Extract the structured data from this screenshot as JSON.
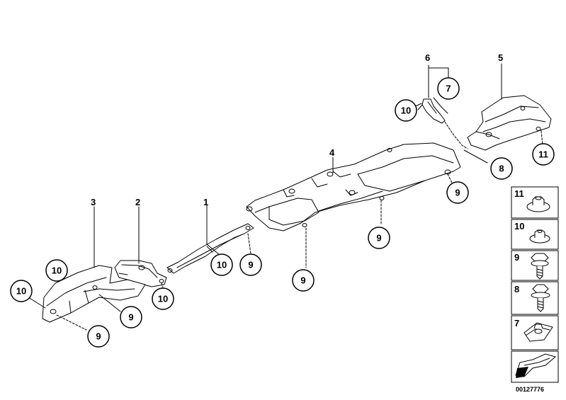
{
  "part_labels": [
    "1",
    "2",
    "3",
    "4",
    "5",
    "6"
  ],
  "callouts": {
    "c7": "7",
    "c10_top": "10",
    "c8": "8",
    "c11_right": "11",
    "c9_right_top": "9",
    "c9_mid": "9",
    "c10_mid1": "10",
    "c9_mid2": "9",
    "c9_bottom_center": "9",
    "c10_left_top": "10",
    "c10_left": "10",
    "c9_left1": "9",
    "c9_left2": "9",
    "c10_left_bottom": "10"
  },
  "legend": [
    {
      "label": "11",
      "icon": "flange-nut-icon"
    },
    {
      "label": "10",
      "icon": "nut-icon"
    },
    {
      "label": "9",
      "icon": "hex-screw-icon"
    },
    {
      "label": "8",
      "icon": "hex-screw-washer-icon"
    },
    {
      "label": "7",
      "icon": "clip-nut-icon"
    },
    {
      "label": "",
      "icon": "arrow-icon"
    }
  ],
  "doc_number": "00127776"
}
